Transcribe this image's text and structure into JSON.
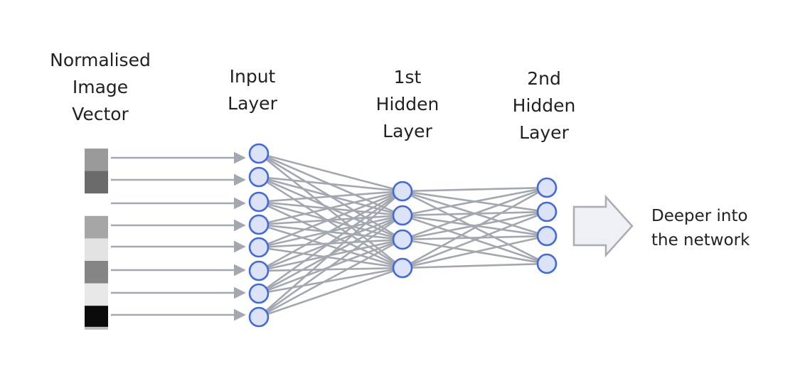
{
  "labels": {
    "image_vector": [
      "Normalised",
      "Image",
      "Vector"
    ],
    "input_layer": [
      "Input",
      "Layer"
    ],
    "hidden_1": [
      "1st",
      "Hidden",
      "Layer"
    ],
    "hidden_2": [
      "2nd",
      "Hidden",
      "Layer"
    ],
    "deeper": [
      "Deeper into",
      "the network"
    ]
  },
  "network": {
    "vector_shades": [
      "#9a9a9a",
      "#6b6b6b",
      "#ffffff",
      "#a6a6a6",
      "#e3e3e3",
      "#858585",
      "#e8e8e8",
      "#0a0a0a"
    ],
    "layer_sizes": [
      8,
      4,
      4
    ]
  },
  "colors": {
    "node_fill": "#dde3f7",
    "node_stroke": "#4169e1",
    "edge": "#a3a8b0",
    "arrow_fill": "#eef0f3",
    "arrow_stroke": "#a9adb3"
  }
}
